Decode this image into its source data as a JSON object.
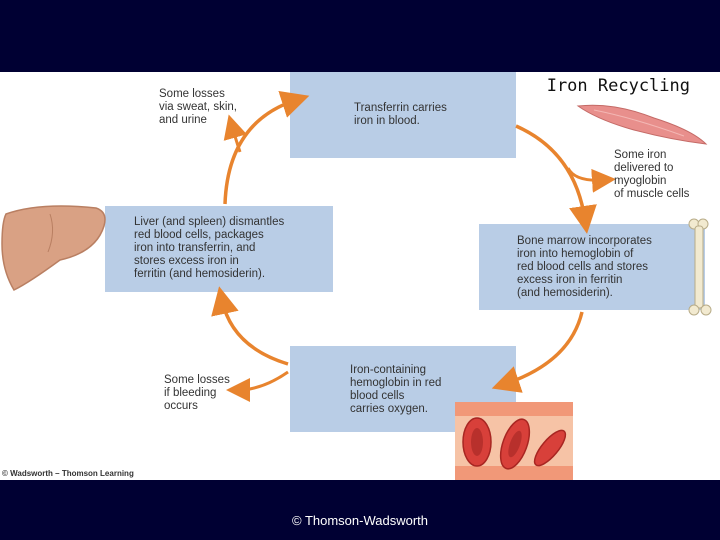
{
  "title": "Iron Recycling",
  "boxes": {
    "transferrin": "Transferrin carries\niron in blood.",
    "bone_marrow": "Bone marrow incorporates\niron into hemoglobin of\nred blood cells and stores\nexcess iron in ferritin\n(and hemosiderin).",
    "rbc": "Iron-containing\nhemoglobin in red\nblood cells\ncarries oxygen.",
    "liver": "Liver (and spleen) dismantles\nred blood cells, packages\niron into transferrin, and\nstores excess iron in\nferritin (and hemosiderin)."
  },
  "notes": {
    "sweat": "Some losses\nvia sweat, skin,\nand urine",
    "muscle": "Some iron\ndelivered to\nmyoglobin\nof muscle cells",
    "bleeding": "Some losses\nif bleeding\noccurs"
  },
  "credit": "© Wadsworth – Thomson Learning",
  "footer": "© Thomson-Wadsworth",
  "colors": {
    "box": "#b9cde6",
    "arrow": "#e8842e",
    "background_band": "#000033"
  },
  "icons": [
    "liver-illustration",
    "muscle-illustration",
    "bone-illustration",
    "blood-vessel-illustration"
  ]
}
